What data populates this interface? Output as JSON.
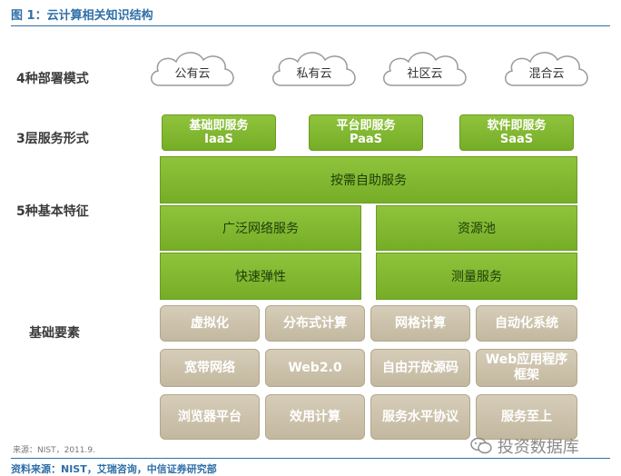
{
  "figure": {
    "title": "图 1：云计算相关知识结构",
    "source_note": "来源：NIST，2011.9.",
    "source_main": "资料来源：NIST，艾瑞咨询，中信证券研究部",
    "watermark": "投资数据库"
  },
  "rows": {
    "deployment": "4种部署模式",
    "service": "3层服务形式",
    "characteristics": "5种基本特征",
    "elements": "基础要素"
  },
  "deployment_models": [
    "公有云",
    "私有云",
    "社区云",
    "混合云"
  ],
  "service_models": [
    {
      "cn": "基础即服务",
      "en": "IaaS"
    },
    {
      "cn": "平台即服务",
      "en": "PaaS"
    },
    {
      "cn": "软件即服务",
      "en": "SaaS"
    }
  ],
  "characteristics": {
    "top": "按需自助服务",
    "left_top": "广泛网络服务",
    "right_top": "资源池",
    "left_bottom": "快速弹性",
    "right_bottom": "测量服务"
  },
  "elements": [
    [
      "虚拟化",
      "分布式计算",
      "网格计算",
      "自动化系统"
    ],
    [
      "宽带网络",
      "Web2.0",
      "自由开放源码",
      "Web应用程序框架"
    ],
    [
      "浏览器平台",
      "效用计算",
      "服务水平协议",
      "服务至上"
    ]
  ],
  "colors": {
    "accent": "#2f6fa8",
    "green": "#80b832",
    "tan": "#cbc1a9"
  }
}
